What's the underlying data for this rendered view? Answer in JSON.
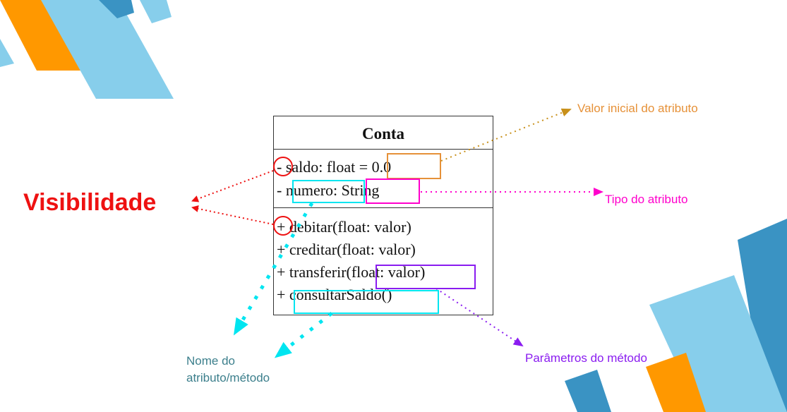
{
  "uml_class": {
    "name": "Conta",
    "attributes": [
      "- saldo: float = 0.0",
      "- numero: String"
    ],
    "methods": [
      "+ debitar(float: valor)",
      "+ creditar(float: valor)",
      "+ transferir(float: valor)",
      "+ consultarSaldo()"
    ]
  },
  "annotations": {
    "visibilidade": "Visibilidade",
    "valor_inicial": "Valor inicial do atributo",
    "tipo": "Tipo do atributo",
    "parametros": "Parâmetros do método",
    "nome_line1": "Nome do",
    "nome_line2": "atributo/método"
  },
  "colors": {
    "visibilidade": "#ee1111",
    "valor_inicial": "#c8901a",
    "tipo": "#ff00cc",
    "parametros": "#8a1cf0",
    "nome": "#00e5f0",
    "deco_orange": "#ff9800",
    "deco_light_blue": "#87ceeb",
    "deco_dark_blue": "#3a93c3"
  }
}
